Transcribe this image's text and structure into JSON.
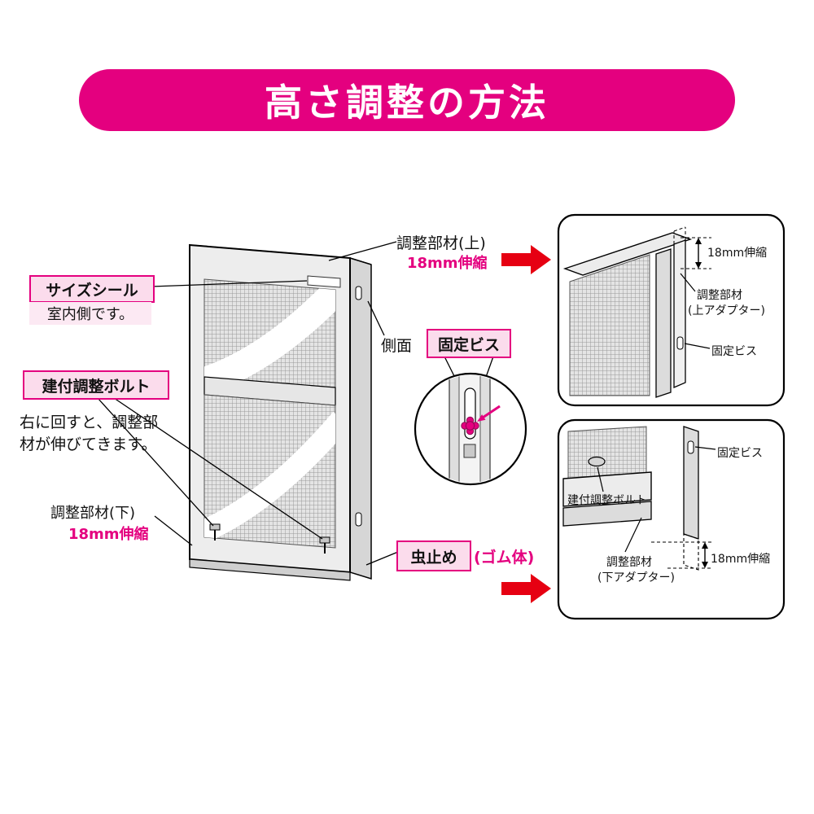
{
  "banner": {
    "title": "高さ調整の方法"
  },
  "colors": {
    "magenta": "#E4007F",
    "pink_fill": "#FBDCEC",
    "arrow_red": "#E60012"
  },
  "labels": {
    "size_seal": "サイズシール",
    "indoor_side": "室内側です。",
    "fitting_bolt": "建付調整ボルト",
    "fitting_bolt_desc_line1": "右に回すと、調整部",
    "fitting_bolt_desc_line2": "材が伸びてきます。",
    "adjust_top": "調整部材(上)",
    "adjust_top_range": "18mm伸縮",
    "side_face": "側面",
    "fixing_screw": "固定ビス",
    "adjust_bottom": "調整部材(下)",
    "adjust_bottom_range": "18mm伸縮",
    "bug_stop": "虫止め",
    "rubber_body": "(ゴム体)"
  },
  "panel_top": {
    "range": "18mm伸縮",
    "adapter_line1": "調整部材",
    "adapter_line2": "(上アダプター)",
    "fixing_screw": "固定ビス"
  },
  "panel_bottom": {
    "fixing_screw": "固定ビス",
    "fitting_bolt": "建付調整ボルト",
    "adapter_line1": "調整部材",
    "adapter_line2": "(下アダプター)",
    "range": "18mm伸縮"
  }
}
